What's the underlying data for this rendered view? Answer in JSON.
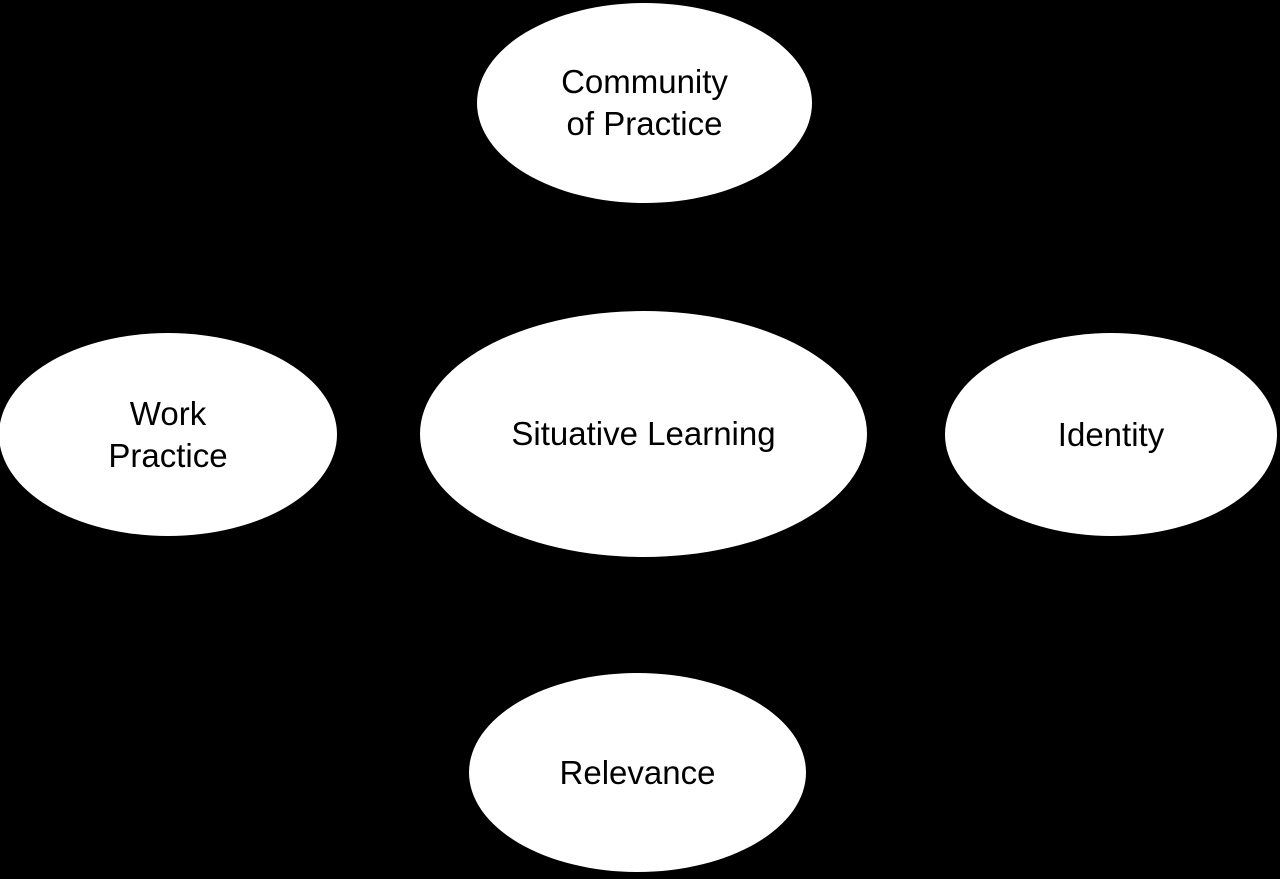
{
  "diagram": {
    "title": "Situative Learning concept diagram",
    "background_color": "#000000",
    "node_fill_color": "#ffffff",
    "node_text_color": "#000000",
    "connectors_visible": false,
    "nodes": [
      {
        "id": "community-of-practice",
        "label": "Community\nof Practice",
        "position": "top"
      },
      {
        "id": "work-practice",
        "label": "Work\nPractice",
        "position": "left"
      },
      {
        "id": "situative-learning",
        "label": "Situative Learning",
        "position": "center"
      },
      {
        "id": "identity",
        "label": "Identity",
        "position": "right"
      },
      {
        "id": "relevance",
        "label": "Relevance",
        "position": "bottom"
      }
    ]
  }
}
